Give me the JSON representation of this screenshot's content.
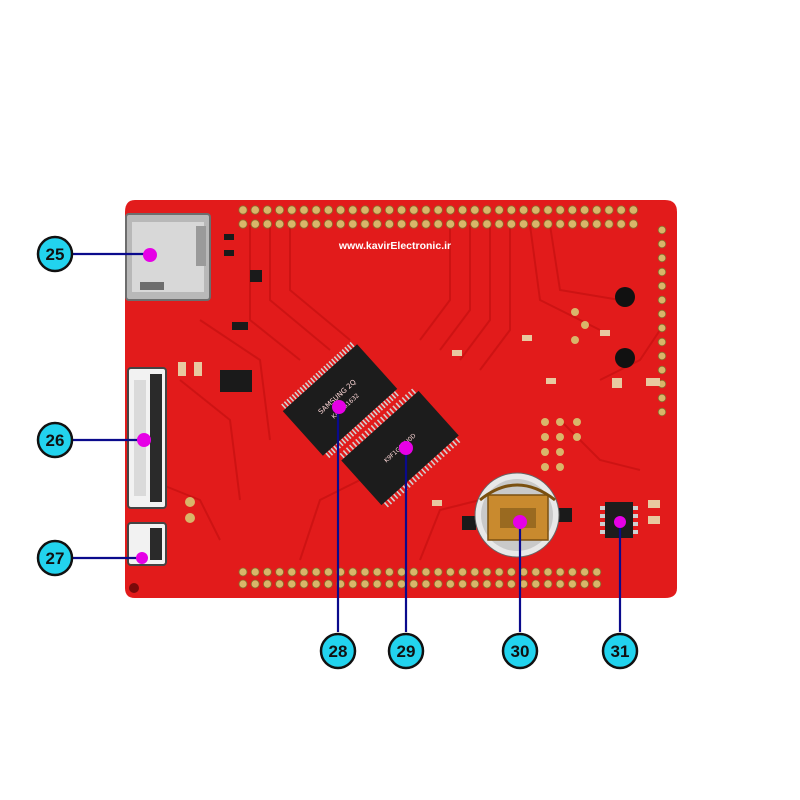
{
  "board": {
    "silkscreen_url": "www.kavirElectronic.ir",
    "board_color": "#e21b1b",
    "callout_color": "#1f8ea0",
    "callout_circle_color": "#22d3ee",
    "marker_color": "#e600e6",
    "line_color": "#0a0a8c"
  },
  "callouts": [
    {
      "id": "c25",
      "label": "25"
    },
    {
      "id": "c26",
      "label": "26"
    },
    {
      "id": "c27",
      "label": "27"
    },
    {
      "id": "c28",
      "label": "28"
    },
    {
      "id": "c29",
      "label": "29"
    },
    {
      "id": "c30",
      "label": "30"
    },
    {
      "id": "c31",
      "label": "31"
    }
  ]
}
